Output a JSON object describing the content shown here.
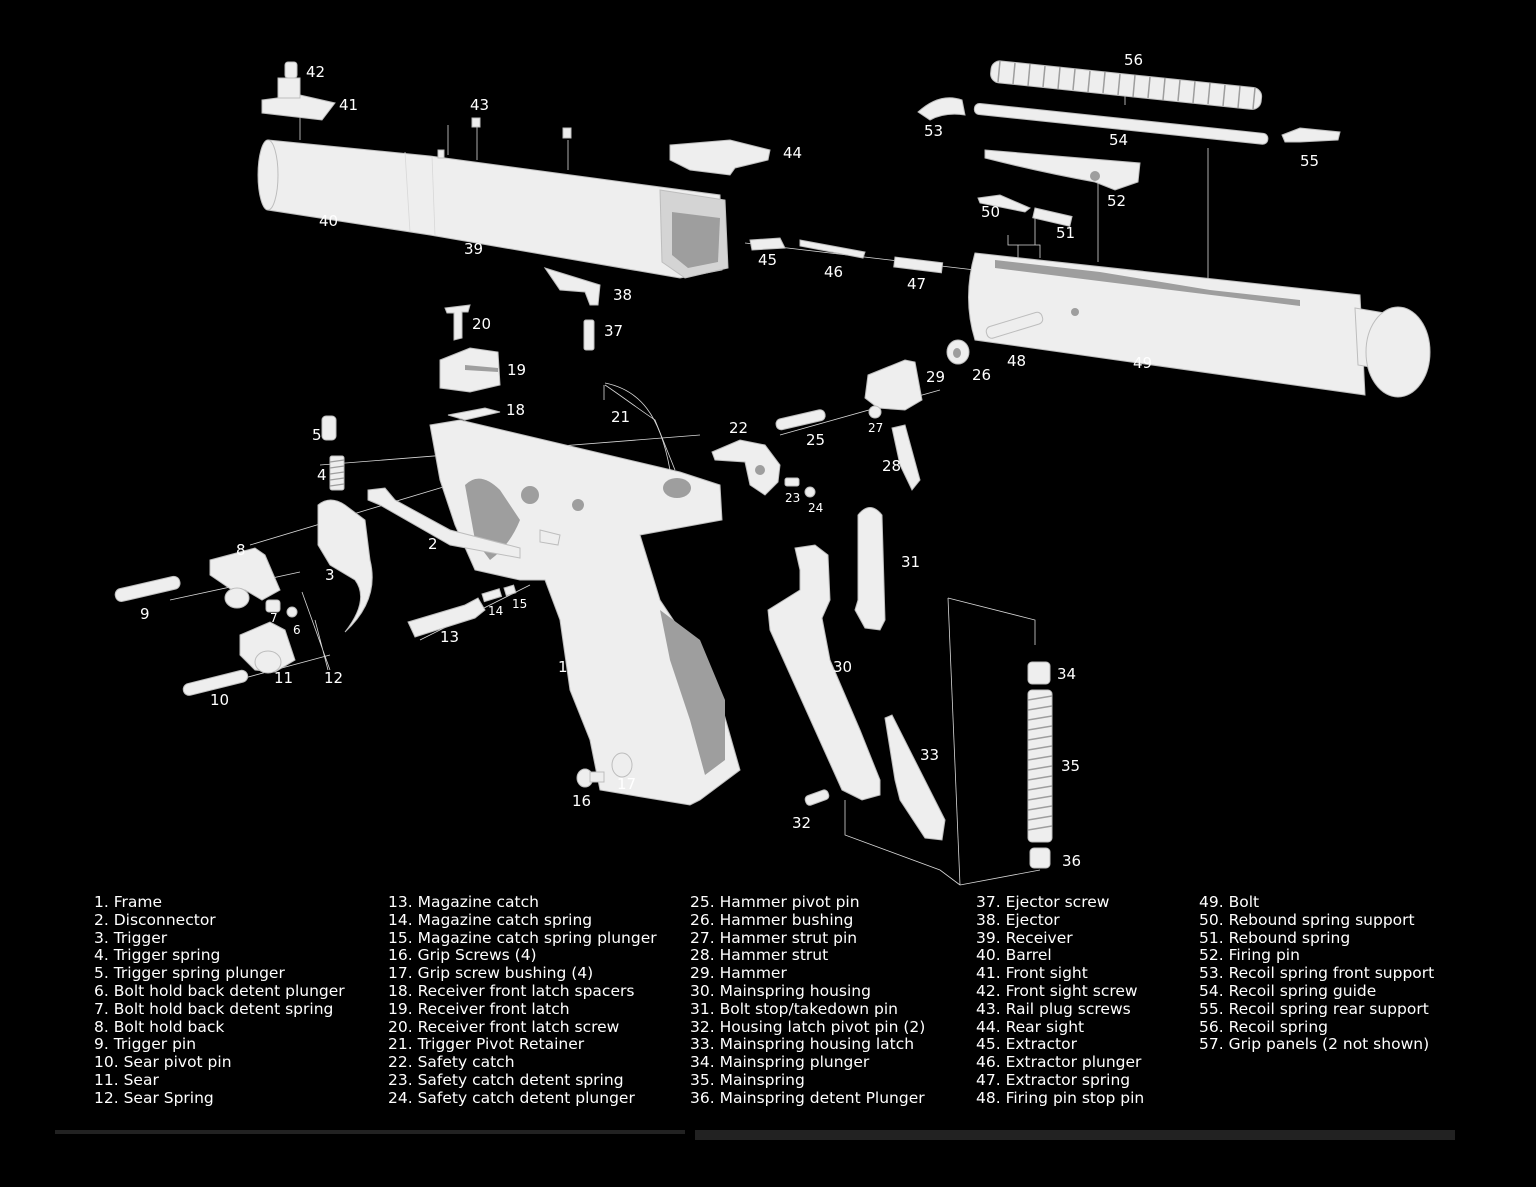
{
  "callouts": [
    {
      "id": "1",
      "text": "1"
    },
    {
      "id": "2",
      "text": "2"
    },
    {
      "id": "3",
      "text": "3"
    },
    {
      "id": "4",
      "text": "4"
    },
    {
      "id": "5",
      "text": "5"
    },
    {
      "id": "6",
      "text": "6"
    },
    {
      "id": "7",
      "text": "7"
    },
    {
      "id": "8",
      "text": "8"
    },
    {
      "id": "9",
      "text": "9"
    },
    {
      "id": "10",
      "text": "10"
    },
    {
      "id": "11",
      "text": "11"
    },
    {
      "id": "12",
      "text": "12"
    },
    {
      "id": "13",
      "text": "13"
    },
    {
      "id": "14",
      "text": "14"
    },
    {
      "id": "15",
      "text": "15"
    },
    {
      "id": "16",
      "text": "16"
    },
    {
      "id": "17",
      "text": "17"
    },
    {
      "id": "18",
      "text": "18"
    },
    {
      "id": "19",
      "text": "19"
    },
    {
      "id": "20",
      "text": "20"
    },
    {
      "id": "21",
      "text": "21"
    },
    {
      "id": "22",
      "text": "22"
    },
    {
      "id": "23",
      "text": "23"
    },
    {
      "id": "24",
      "text": "24"
    },
    {
      "id": "25",
      "text": "25"
    },
    {
      "id": "26",
      "text": "26"
    },
    {
      "id": "27",
      "text": "27"
    },
    {
      "id": "28",
      "text": "28"
    },
    {
      "id": "29",
      "text": "29"
    },
    {
      "id": "30",
      "text": "30"
    },
    {
      "id": "31",
      "text": "31"
    },
    {
      "id": "32",
      "text": "32"
    },
    {
      "id": "33",
      "text": "33"
    },
    {
      "id": "34",
      "text": "34"
    },
    {
      "id": "35",
      "text": "35"
    },
    {
      "id": "36",
      "text": "36"
    },
    {
      "id": "37",
      "text": "37"
    },
    {
      "id": "38",
      "text": "38"
    },
    {
      "id": "39",
      "text": "39"
    },
    {
      "id": "40",
      "text": "40"
    },
    {
      "id": "41",
      "text": "41"
    },
    {
      "id": "42",
      "text": "42"
    },
    {
      "id": "43",
      "text": "43"
    },
    {
      "id": "44",
      "text": "44"
    },
    {
      "id": "45",
      "text": "45"
    },
    {
      "id": "46",
      "text": "46"
    },
    {
      "id": "47",
      "text": "47"
    },
    {
      "id": "48",
      "text": "48"
    },
    {
      "id": "49",
      "text": "49"
    },
    {
      "id": "50",
      "text": "50"
    },
    {
      "id": "51",
      "text": "51"
    },
    {
      "id": "52",
      "text": "52"
    },
    {
      "id": "53",
      "text": "53"
    },
    {
      "id": "54",
      "text": "54"
    },
    {
      "id": "55",
      "text": "55"
    },
    {
      "id": "56",
      "text": "56"
    }
  ],
  "legend": {
    "col1": [
      "1. Frame",
      "2. Disconnector",
      "3. Trigger",
      "4. Trigger spring",
      "5. Trigger spring plunger",
      "6. Bolt hold back detent plunger",
      "7. Bolt hold back detent spring",
      "8. Bolt  hold back",
      "9. Trigger pin",
      "10. Sear pivot pin",
      "11. Sear",
      "12. Sear Spring"
    ],
    "col2": [
      "13. Magazine catch",
      "14. Magazine catch spring",
      "15. Magazine catch spring plunger",
      "16. Grip Screws (4)",
      "17. Grip screw bushing (4)",
      "18. Receiver front latch spacers",
      "19. Receiver front latch",
      "20. Receiver front latch screw",
      "21. Trigger Pivot Retainer",
      "22. Safety catch",
      "23. Safety catch detent spring",
      "24. Safety catch detent plunger"
    ],
    "col3": [
      "25. Hammer pivot pin",
      "26. Hammer bushing",
      "27. Hammer strut pin",
      "28. Hammer strut",
      "29. Hammer",
      "30. Mainspring housing",
      "31. Bolt stop/takedown pin",
      "32. Housing latch pivot pin (2)",
      "33. Mainspring housing latch",
      "34. Mainspring plunger",
      "35. Mainspring",
      "36. Mainspring detent Plunger"
    ],
    "col4": [
      "37. Ejector screw",
      "38. Ejector",
      "39. Receiver",
      "40. Barrel",
      "41. Front sight",
      "42. Front sight screw",
      "43. Rail plug screws",
      "44. Rear sight",
      "45. Extractor",
      "46. Extractor plunger",
      "47. Extractor spring",
      "48. Firing pin stop pin"
    ],
    "col5": [
      "49. Bolt",
      "50. Rebound spring support",
      "51. Rebound spring",
      "52. Firing pin",
      "53. Recoil spring front support",
      "54. Recoil spring guide",
      "55. Recoil spring rear support",
      "56. Recoil spring",
      "57. Grip panels (2 not shown)"
    ]
  },
  "colors": {
    "background": "#000000",
    "parts": "#eeeeee",
    "text": "#ffffff"
  }
}
